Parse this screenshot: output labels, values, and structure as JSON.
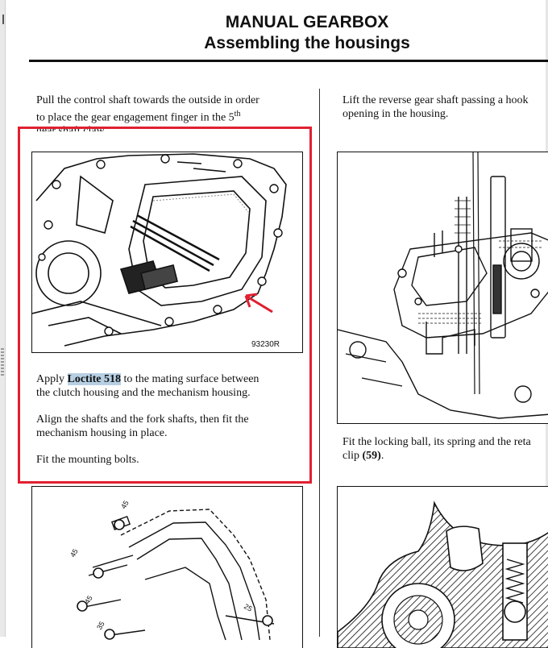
{
  "header": {
    "title": "MANUAL GEARBOX",
    "subtitle": "Assembling the housings"
  },
  "left": {
    "intro_line1": "Pull the control shaft towards the outside in order",
    "intro_line2a": "to place the gear engagement finger in the 5",
    "intro_sup": "th",
    "intro_line3": "gear shaft claw.",
    "figure_ref": "93230R",
    "apply_before": "Apply ",
    "apply_highlight": "Loctite 518",
    "apply_after": " to the mating surface between",
    "apply_line2": "the clutch housing and the mechanism housing.",
    "align_line1": "Align the shafts and the fork shafts, then fit the",
    "align_line2": "mechanism housing in place.",
    "fit_bolts": "Fit the mounting bolts.",
    "torque_labels": [
      "45",
      "45",
      "45",
      "25",
      "35"
    ]
  },
  "right": {
    "lift_line1": "Lift the reverse gear shaft passing a hook",
    "lift_line2": "opening in the housing.",
    "ball_line1": "Fit the locking ball, its spring and the reta",
    "ball_line2_before": "clip ",
    "ball_ref": "(59)",
    "ball_line2_after": "."
  },
  "colors": {
    "annotation_red": "#e02030",
    "highlight_blue": "#b7cfe3"
  }
}
